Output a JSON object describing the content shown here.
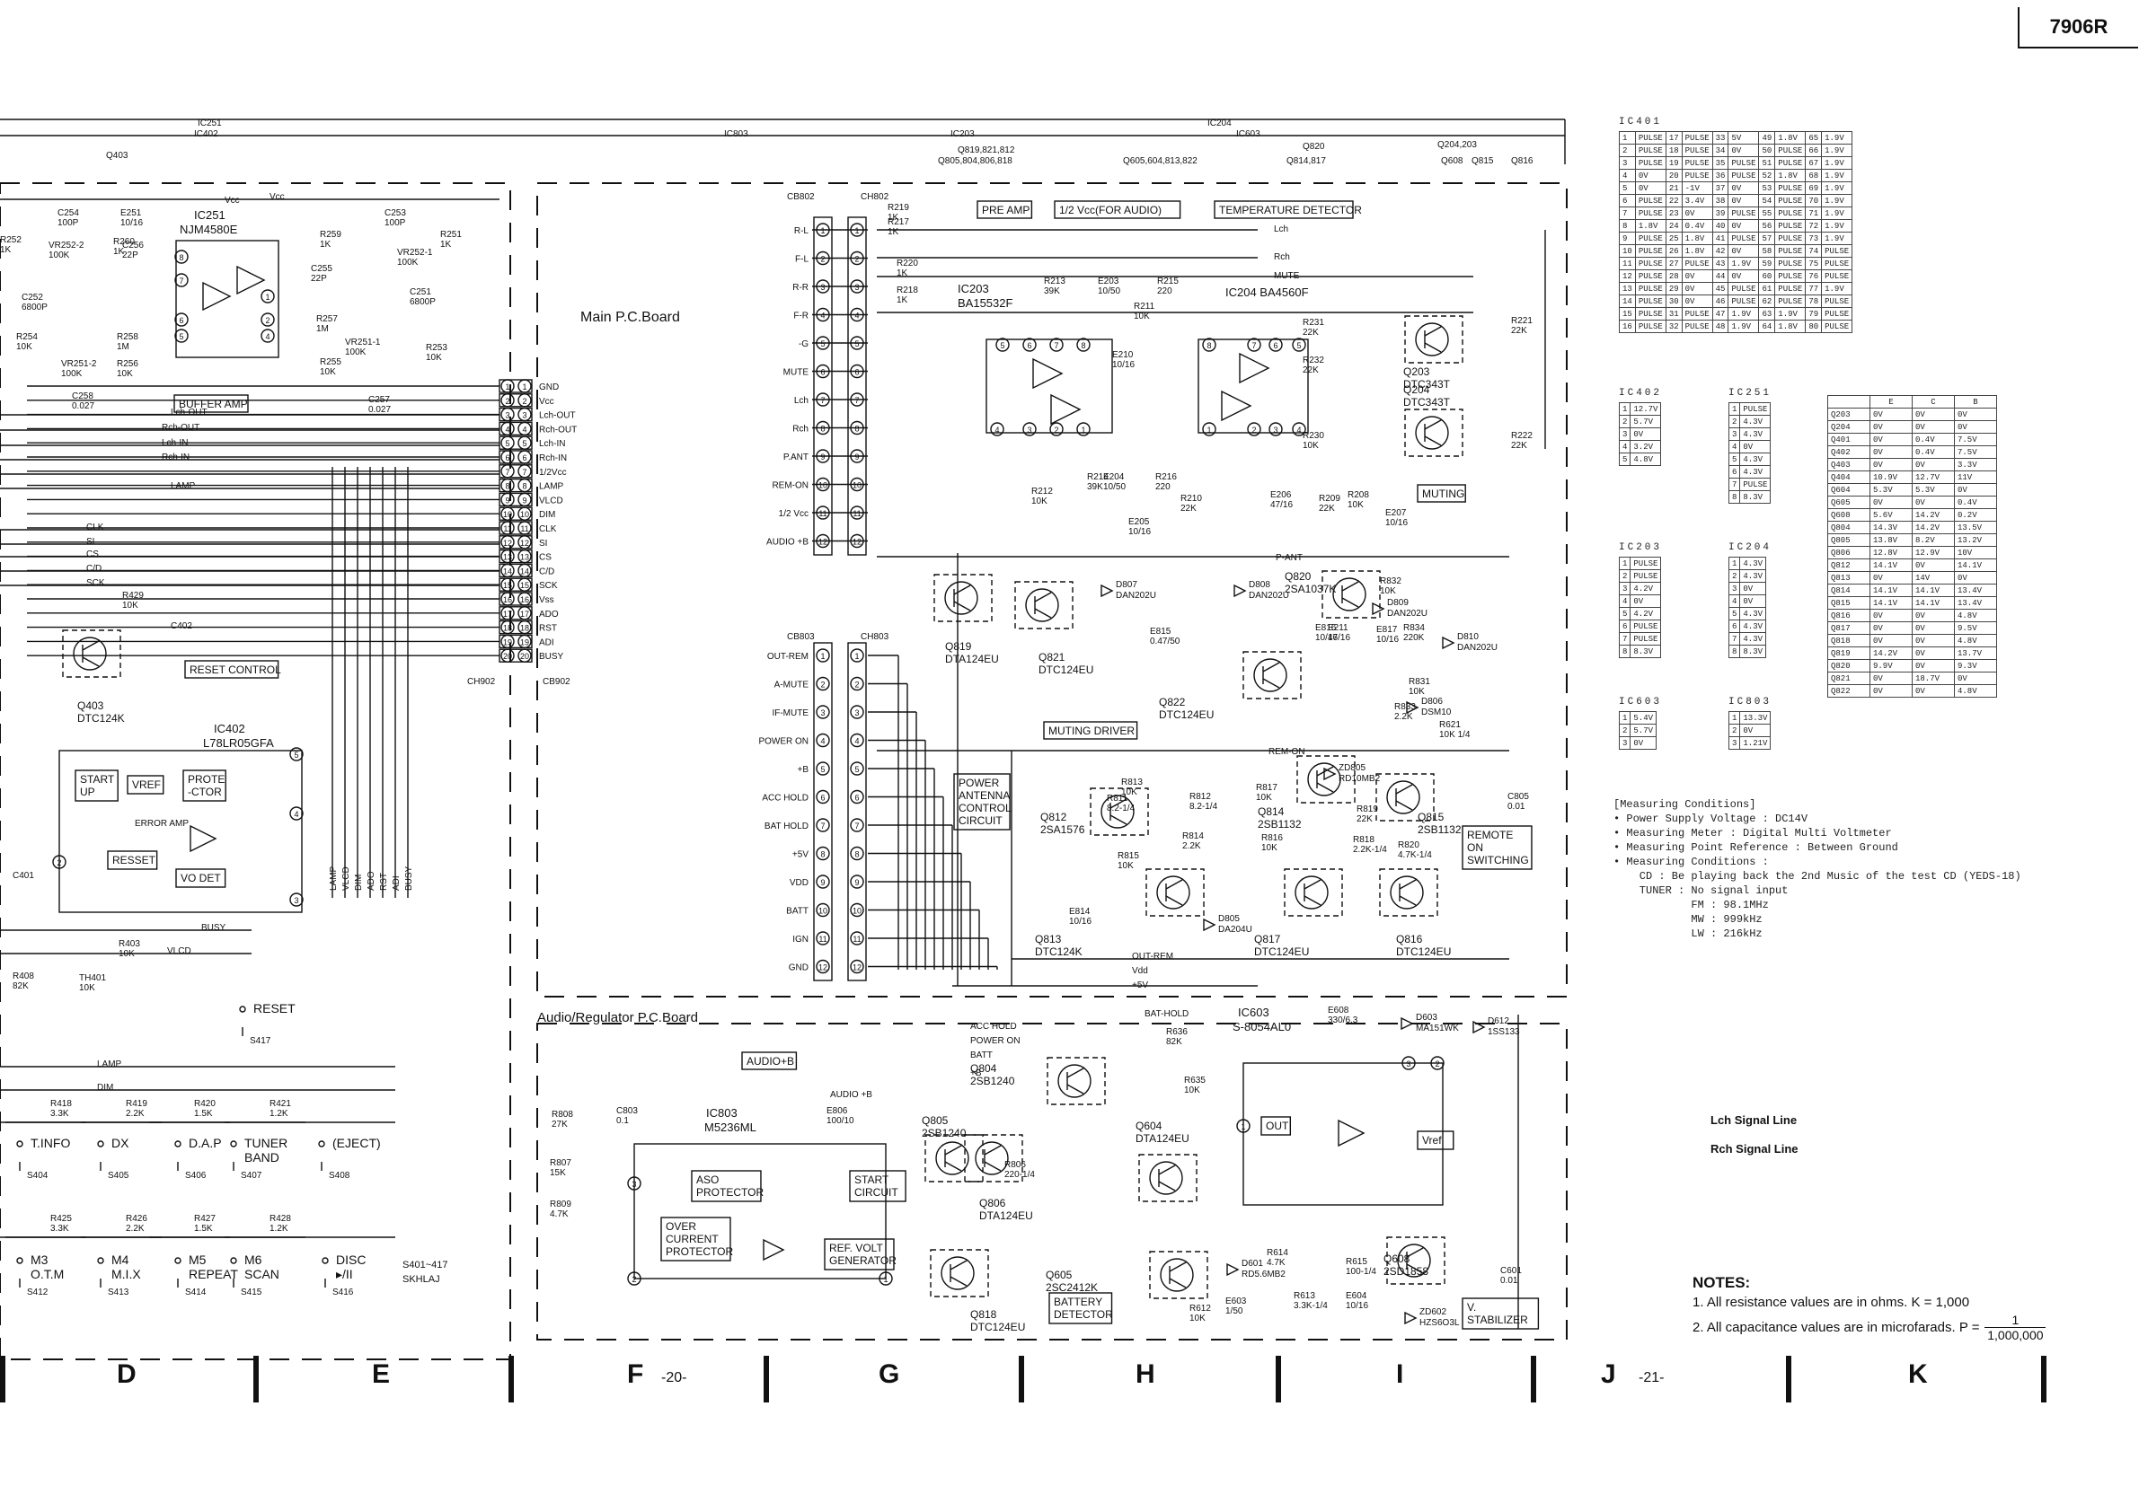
{
  "model": "7906R",
  "zones": [
    "D",
    "E",
    "F",
    "G",
    "H",
    "I",
    "J",
    "K"
  ],
  "page_numbers": [
    "-20-",
    "-21-"
  ],
  "boards": {
    "main": "Main P.C.Board",
    "audio_reg": "Audio/Regulator P.C.Board"
  },
  "top_legend": [
    "IC251",
    "IC402",
    "Q403",
    "IC803",
    "IC203",
    "Q819,821,812",
    "Q805,804,806,818",
    "Q605,604,813,822",
    "IC204",
    "IC603",
    "Q820",
    "Q814,817",
    "Q204,203",
    "Q608",
    "Q815",
    "Q816"
  ],
  "blocks": {
    "buffer_amp": "BUFFER AMP",
    "reset_control": "RESET CONTROL",
    "pre_amp": "PRE AMP",
    "half_vcc": "1/2 Vcc(FOR AUDIO)",
    "temp_det": "TEMPERATURE DETECTOR",
    "muting": "MUTING",
    "muting_driver": "MUTING DRIVER",
    "power_antenna": "POWER ANTENNA CONTROL CIRCUIT",
    "remote_on": "REMOTE ON SWITCHING",
    "audio_b": "AUDIO+B",
    "battery_det": "BATTERY DETECTOR",
    "v_stab": "V. STABILIZER"
  },
  "ic_labels": {
    "ic251": "IC251",
    "ic251p": "NJM4580E",
    "ic402": "IC402",
    "ic402p": "L78LR05GFA",
    "ic203": "IC203",
    "ic203p": "BA15532F",
    "ic204": "IC204 BA4560F",
    "ic803": "IC803",
    "ic803p": "M5236ML",
    "ic603": "IC603",
    "ic603p": "S-8054AL0",
    "vcc": "Vcc",
    "ic402_blocks": [
      "START UP",
      "VREF",
      "PROTE -CTOR",
      "ERROR AMP",
      "RESSET",
      "VO DET"
    ],
    "ic803_blocks": [
      "ASO PROTECTOR",
      "START CIRCUIT",
      "OVER CURRENT PROTECTOR",
      "REF. VOLT GENERATOR"
    ],
    "ic603_blocks": [
      "OUT",
      "Vref"
    ]
  },
  "transistors": [
    {
      "ref": "Q403",
      "part": "DTC124K"
    },
    {
      "ref": "Q819",
      "part": "DTA124EU"
    },
    {
      "ref": "Q821",
      "part": "DTC124EU"
    },
    {
      "ref": "Q820",
      "part": "2SA1037K"
    },
    {
      "ref": "Q822",
      "part": "DTC124EU"
    },
    {
      "ref": "Q203",
      "part": "DTC343T"
    },
    {
      "ref": "Q204",
      "part": "DTC343T"
    },
    {
      "ref": "Q812",
      "part": "2SA1576"
    },
    {
      "ref": "Q814",
      "part": "2SB1132"
    },
    {
      "ref": "Q815",
      "part": "2SB1132"
    },
    {
      "ref": "Q813",
      "part": "DTC124K"
    },
    {
      "ref": "Q817",
      "part": "DTC124EU"
    },
    {
      "ref": "Q816",
      "part": "DTC124EU"
    },
    {
      "ref": "Q804",
      "part": "2SB1240"
    },
    {
      "ref": "Q805",
      "part": "2SB1240"
    },
    {
      "ref": "Q806",
      "part": "DTA124EU"
    },
    {
      "ref": "Q818",
      "part": "DTC124EU"
    },
    {
      "ref": "Q604",
      "part": "DTA124EU"
    },
    {
      "ref": "Q605",
      "part": "2SC2412K"
    },
    {
      "ref": "Q608",
      "part": "2SD1858"
    }
  ],
  "diodes": [
    "D807 DAN202U",
    "D808 DAN202U",
    "D809 DAN202U",
    "D810 DAN202U",
    "ZD805 RD10MB2",
    "D806 DSM10",
    "D805 DA204U",
    "D601 RD5.6MB2",
    "D603 MA151WK",
    "D612 1SS133",
    "ZD602 HZS6O3L"
  ],
  "components": [
    "C254 100P",
    "E251 10/16",
    "R252 1K",
    "VR252-2 100K",
    "C252 6800P",
    "R260 1K",
    "C256 22P",
    "R258 1M",
    "R254 10K",
    "VR251-2 100K",
    "R256 10K",
    "C258 0.027",
    "R259 1K",
    "C253 100P",
    "R251 1K",
    "C255 22P",
    "R257 1M",
    "VR252-1 100K",
    "C251 6800P",
    "VR251-1 100K",
    "R255 10K",
    "C257 0.027",
    "R253 10K",
    "R429 10K",
    "C402",
    "C401",
    "R403 10K",
    "R408 82K",
    "TH401 10K",
    "R219 1K",
    "R217 1K",
    "R220 1K",
    "R218 1K",
    "R213 39K",
    "E203 10/50",
    "R211 10K",
    "R215 220",
    "E210 10/16",
    "R231 22K",
    "R232 22K",
    "R230 10K",
    "R221 22K",
    "R222 22K",
    "R212 10K",
    "R214 39K",
    "E204 10/50",
    "R216 220",
    "E205 10/16",
    "R210 22K",
    "E206 47/16",
    "R209 22K",
    "R208 10K",
    "E207 10/16",
    "R832 10K",
    "E815 0.47/50",
    "E816 10/16",
    "E211 47/16",
    "E817 10/16",
    "R834 220K",
    "R831 10K",
    "R833 2.2K",
    "R621 10K 1/4",
    "R811 8.2-1/4",
    "R813 10K",
    "R812 8.2-1/4",
    "R814 2.2K",
    "R815 10K",
    "E814 10/16",
    "R817 10K",
    "R816 10K",
    "R819 22K",
    "R818 2.2K-1/4",
    "R820 4.7K-1/4",
    "C805 0.01",
    "R808 27K",
    "C803 0.1",
    "E806 100/10",
    "R807 15K",
    "R809 4.7K",
    "R806 220-1/4",
    "R636 82K",
    "R635 10K",
    "E608 330/6.3",
    "R614 4.7K",
    "R612 10K",
    "E603 1/50",
    "R613 3.3K-1/4",
    "R615 100-1/4",
    "E604 10/16",
    "C601 0.01"
  ],
  "switches": [
    {
      "ref": "S404",
      "label": "T.INFO"
    },
    {
      "ref": "S405",
      "label": "DX"
    },
    {
      "ref": "S406",
      "label": "D.A.P"
    },
    {
      "ref": "S407",
      "label": "TUNER BAND"
    },
    {
      "ref": "S408",
      "label": "(EJECT)"
    },
    {
      "ref": "S412",
      "label": "M3 O.T.M"
    },
    {
      "ref": "S413",
      "label": "M4 M.I.X"
    },
    {
      "ref": "S414",
      "label": "M5 REPEAT"
    },
    {
      "ref": "S415",
      "label": "M6 SCAN"
    },
    {
      "ref": "S416",
      "label": "DISC ▸/II"
    },
    {
      "ref": "S417",
      "label": "RESET"
    }
  ],
  "switch_resistors": [
    "R418 3.3K",
    "R419 2.2K",
    "R420 1.5K",
    "R421 1.2K",
    "R425 3.3K",
    "R426 2.2K",
    "R427 1.5K",
    "R428 1.2K"
  ],
  "switch_part": "S401~417 SKHLAJ",
  "connectors": {
    "ch902_pins": [
      "GND",
      "Vcc",
      "Lch-OUT",
      "Rch-OUT",
      "Lch-IN",
      "Rch-IN",
      "1/2Vcc",
      "LAMP",
      "VLCD",
      "DIM",
      "CLK",
      "SI",
      "CS",
      "C/D",
      "SCK",
      "Vss",
      "ADO",
      "RST",
      "ADI",
      "BUSY"
    ],
    "cb802_pins": [
      "R-L",
      "F-L",
      "R-R",
      "F-R",
      "-G",
      "MUTE",
      "Lch",
      "Rch",
      "P.ANT",
      "REM-ON",
      "1/2 Vcc",
      "AUDIO +B"
    ],
    "cb803_pins": [
      "OUT-REM",
      "A-MUTE",
      "IF-MUTE",
      "POWER ON",
      "+B",
      "ACC HOLD",
      "BAT HOLD",
      "+5V",
      "VDD",
      "BATT",
      "IGN",
      "GND"
    ],
    "names": [
      "CB802",
      "CH802",
      "CB803",
      "CH803",
      "CH902",
      "CB902"
    ]
  },
  "bus_labels": [
    "Vcc",
    "Lch-OUT",
    "Rch-OUT",
    "Lch-IN",
    "Rch-IN",
    "LAMP",
    "CLK",
    "SI",
    "CS",
    "C/D",
    "SCK",
    "BUSY",
    "VLCD",
    "LAMP",
    "DIM",
    "Lch",
    "Rch",
    "MUTE",
    "P-ANT",
    "REM-ON",
    "OUT-REM",
    "Vdd",
    "+5V",
    "BAT-HOLD",
    "ACC HOLD",
    "POWER ON",
    "BATT",
    "+B",
    "AUDIO +B"
  ],
  "vertical_bus": [
    "LAMP",
    "VLCD",
    "DIM",
    "ADO",
    "RST",
    "ADI",
    "BUSY"
  ],
  "tables": {
    "ic401": {
      "caption": "IC401",
      "rows": [
        [
          "1",
          "PULSE",
          "17",
          "PULSE",
          "33",
          "5V",
          "49",
          "1.8V",
          "65",
          "1.9V"
        ],
        [
          "2",
          "PULSE",
          "18",
          "PULSE",
          "34",
          "0V",
          "50",
          "PULSE",
          "66",
          "1.9V"
        ],
        [
          "3",
          "PULSE",
          "19",
          "PULSE",
          "35",
          "PULSE",
          "51",
          "PULSE",
          "67",
          "1.9V"
        ],
        [
          "4",
          "0V",
          "20",
          "PULSE",
          "36",
          "PULSE",
          "52",
          "1.8V",
          "68",
          "1.9V"
        ],
        [
          "5",
          "0V",
          "21",
          "-1V",
          "37",
          "0V",
          "53",
          "PULSE",
          "69",
          "1.9V"
        ],
        [
          "6",
          "PULSE",
          "22",
          "3.4V",
          "38",
          "0V",
          "54",
          "PULSE",
          "70",
          "1.9V"
        ],
        [
          "7",
          "PULSE",
          "23",
          "0V",
          "39",
          "PULSE",
          "55",
          "PULSE",
          "71",
          "1.9V"
        ],
        [
          "8",
          "1.8V",
          "24",
          "0.4V",
          "40",
          "0V",
          "56",
          "PULSE",
          "72",
          "1.9V"
        ],
        [
          "9",
          "PULSE",
          "25",
          "1.8V",
          "41",
          "PULSE",
          "57",
          "PULSE",
          "73",
          "1.9V"
        ],
        [
          "10",
          "PULSE",
          "26",
          "1.8V",
          "42",
          "0V",
          "58",
          "PULSE",
          "74",
          "PULSE"
        ],
        [
          "11",
          "PULSE",
          "27",
          "PULSE",
          "43",
          "1.9V",
          "59",
          "PULSE",
          "75",
          "PULSE"
        ],
        [
          "12",
          "PULSE",
          "28",
          "0V",
          "44",
          "0V",
          "60",
          "PULSE",
          "76",
          "PULSE"
        ],
        [
          "13",
          "PULSE",
          "29",
          "0V",
          "45",
          "PULSE",
          "61",
          "PULSE",
          "77",
          "1.9V"
        ],
        [
          "14",
          "PULSE",
          "30",
          "0V",
          "46",
          "PULSE",
          "62",
          "PULSE",
          "78",
          "PULSE"
        ],
        [
          "15",
          "PULSE",
          "31",
          "PULSE",
          "47",
          "1.9V",
          "63",
          "1.9V",
          "79",
          "PULSE"
        ],
        [
          "16",
          "PULSE",
          "32",
          "PULSE",
          "48",
          "1.9V",
          "64",
          "1.8V",
          "80",
          "PULSE"
        ]
      ]
    },
    "ic402": {
      "caption": "IC402",
      "rows": [
        [
          "1",
          "12.7V"
        ],
        [
          "2",
          "5.7V"
        ],
        [
          "3",
          "0V"
        ],
        [
          "4",
          "3.2V"
        ],
        [
          "5",
          "4.8V"
        ]
      ]
    },
    "ic251": {
      "caption": "IC251",
      "rows": [
        [
          "1",
          "PULSE"
        ],
        [
          "2",
          "4.3V"
        ],
        [
          "3",
          "4.3V"
        ],
        [
          "4",
          "0V"
        ],
        [
          "5",
          "4.3V"
        ],
        [
          "6",
          "4.3V"
        ],
        [
          "7",
          "PULSE"
        ],
        [
          "8",
          "8.3V"
        ]
      ]
    },
    "ic203": {
      "caption": "IC203",
      "rows": [
        [
          "1",
          "PULSE"
        ],
        [
          "2",
          "PULSE"
        ],
        [
          "3",
          "4.2V"
        ],
        [
          "4",
          "0V"
        ],
        [
          "5",
          "4.2V"
        ],
        [
          "6",
          "PULSE"
        ],
        [
          "7",
          "PULSE"
        ],
        [
          "8",
          "8.3V"
        ]
      ]
    },
    "ic204": {
      "caption": "IC204",
      "rows": [
        [
          "1",
          "4.3V"
        ],
        [
          "2",
          "4.3V"
        ],
        [
          "3",
          "0V"
        ],
        [
          "4",
          "0V"
        ],
        [
          "5",
          "4.3V"
        ],
        [
          "6",
          "4.3V"
        ],
        [
          "7",
          "4.3V"
        ],
        [
          "8",
          "8.3V"
        ]
      ]
    },
    "ic603": {
      "caption": "IC603",
      "rows": [
        [
          "1",
          "5.4V"
        ],
        [
          "2",
          "5.7V"
        ],
        [
          "3",
          "0V"
        ]
      ]
    },
    "ic803": {
      "caption": "IC803",
      "rows": [
        [
          "1",
          "13.3V"
        ],
        [
          "2",
          "0V"
        ],
        [
          "3",
          "1.21V"
        ]
      ]
    },
    "transistor_v": {
      "header": [
        "",
        "E",
        "C",
        "B"
      ],
      "rows": [
        [
          "Q203",
          "0V",
          "0V",
          "0V"
        ],
        [
          "Q204",
          "0V",
          "0V",
          "0V"
        ],
        [
          "Q401",
          "0V",
          "0.4V",
          "7.5V"
        ],
        [
          "Q402",
          "0V",
          "0.4V",
          "7.5V"
        ],
        [
          "Q403",
          "0V",
          "0V",
          "3.3V"
        ],
        [
          "Q404",
          "10.9V",
          "12.7V",
          "11V"
        ],
        [
          "Q604",
          "5.3V",
          "5.3V",
          "0V"
        ],
        [
          "Q605",
          "0V",
          "0V",
          "0.4V"
        ],
        [
          "Q608",
          "5.6V",
          "14.2V",
          "0.2V"
        ],
        [
          "Q804",
          "14.3V",
          "14.2V",
          "13.5V"
        ],
        [
          "Q805",
          "13.8V",
          "8.2V",
          "13.2V"
        ],
        [
          "Q806",
          "12.8V",
          "12.9V",
          "10V"
        ],
        [
          "Q812",
          "14.1V",
          "0V",
          "14.1V"
        ],
        [
          "Q813",
          "0V",
          "14V",
          "0V"
        ],
        [
          "Q814",
          "14.1V",
          "14.1V",
          "13.4V"
        ],
        [
          "Q815",
          "14.1V",
          "14.1V",
          "13.4V"
        ],
        [
          "Q816",
          "0V",
          "0V",
          "4.8V"
        ],
        [
          "Q817",
          "0V",
          "0V",
          "9.5V"
        ],
        [
          "Q818",
          "0V",
          "0V",
          "4.8V"
        ],
        [
          "Q819",
          "14.2V",
          "0V",
          "13.7V"
        ],
        [
          "Q820",
          "9.9V",
          "0V",
          "9.3V"
        ],
        [
          "Q821",
          "0V",
          "18.7V",
          "0V"
        ],
        [
          "Q822",
          "0V",
          "0V",
          "4.8V"
        ]
      ]
    }
  },
  "measuring": [
    "[Measuring Conditions]",
    "• Power Supply Voltage : DC14V",
    "• Measuring Meter : Digital Multi Voltmeter",
    "• Measuring Point Reference : Between Ground",
    "• Measuring Conditions :",
    "    CD : Be playing back the 2nd Music of the test CD (YEDS-18)",
    "    TUNER : No signal input",
    "            FM : 98.1MHz",
    "            MW : 999kHz",
    "            LW : 216kHz"
  ],
  "signal_legend": {
    "lch": "Lch Signal Line",
    "rch": "Rch Signal Line"
  },
  "notes": {
    "title": "NOTES:",
    "n1": "1.  All resistance values are in ohms.   K = 1,000",
    "n2": "2.  All capacitance values are in microfarads.  P =",
    "frac_num": "1",
    "frac_den": "1,000,000"
  }
}
